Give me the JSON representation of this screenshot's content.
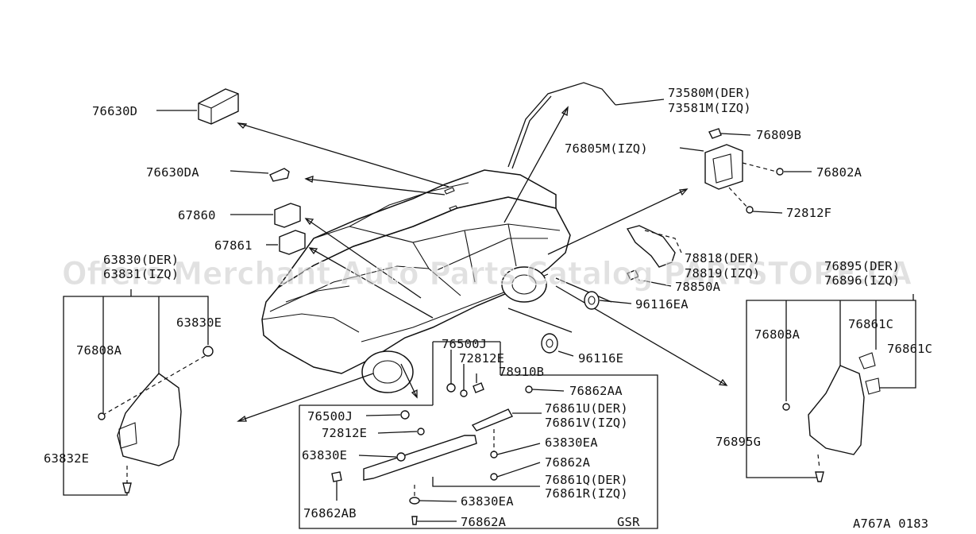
{
  "watermark": "Offers Merchant Auto Parts Catalog PARTSTORE.CA",
  "footer": {
    "code": "A767A  0183",
    "box_label": "GSR"
  },
  "labels": {
    "p76630D": "76630D",
    "p76630DA": "76630DA",
    "p67860": "67860",
    "p67861": "67861",
    "p63830_der": "63830(DER)",
    "p63831_izq": "63831(IZQ)",
    "p63830E": "63830E",
    "p76808A_left": "76808A",
    "p63832E": "63832E",
    "p73580M": "73580M(DER)",
    "p73581M": "73581M(IZQ)",
    "p76809B": "76809B",
    "p76805M": "76805M(IZQ)",
    "p76802A": "76802A",
    "p72812F": "72812F",
    "p78818_der": "78818(DER)",
    "p78819_izq": "78819(IZQ)",
    "p78850A": "78850A",
    "p96116EA": "96116EA",
    "p96116E": "96116E",
    "p76895_der": "76895(DER)",
    "p76896_izq": "76896(IZQ)",
    "p76808A_right": "76808A",
    "p76861C_a": "76861C",
    "p76861C_b": "76861C",
    "p76895G": "76895G",
    "p76500J_top": "76500J",
    "p72812E_top": "72812E",
    "p78910B": "78910B",
    "p76862AA": "76862AA",
    "p76500J_box": "76500J",
    "p76861U": "76861U(DER)",
    "p76861V": "76861V(IZQ)",
    "p72812E_box": "72812E",
    "p63830EA_top": "63830EA",
    "p63830E_box": "63830E",
    "p76862A_mid": "76862A",
    "p76861Q": "76861Q(DER)",
    "p76861R": "76861R(IZQ)",
    "p76862AB": "76862AB",
    "p63830EA_bot": "63830EA",
    "p76862A_bot": "76862A"
  }
}
